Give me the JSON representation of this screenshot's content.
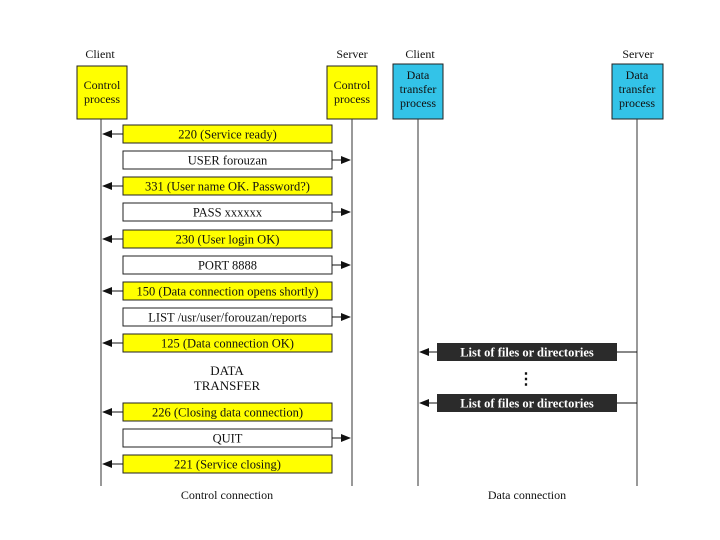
{
  "headers": {
    "control_client": "Client",
    "control_server": "Server",
    "data_client": "Client",
    "data_server": "Server"
  },
  "process_boxes": {
    "control_client": [
      "Control",
      "process"
    ],
    "control_server": [
      "Control",
      "process"
    ],
    "data_client": [
      "Data",
      "transfer",
      "process"
    ],
    "data_server": [
      "Data",
      "transfer",
      "process"
    ]
  },
  "messages": [
    {
      "text": "220 (Service ready)",
      "direction": "server-to-client",
      "highlight": true
    },
    {
      "text": "USER forouzan",
      "direction": "client-to-server",
      "highlight": false
    },
    {
      "text": "331 (User name OK. Password?)",
      "direction": "server-to-client",
      "highlight": true
    },
    {
      "text": "PASS xxxxxx",
      "direction": "client-to-server",
      "highlight": false
    },
    {
      "text": "230 (User login OK)",
      "direction": "server-to-client",
      "highlight": true
    },
    {
      "text": "PORT 8888",
      "direction": "client-to-server",
      "highlight": false
    },
    {
      "text": "150 (Data connection opens shortly)",
      "direction": "server-to-client",
      "highlight": true
    },
    {
      "text": "LIST /usr/user/forouzan/reports",
      "direction": "client-to-server",
      "highlight": false
    },
    {
      "text": "125 (Data connection OK)",
      "direction": "server-to-client",
      "highlight": true
    },
    {
      "text": "226 (Closing data connection)",
      "direction": "server-to-client",
      "highlight": true
    },
    {
      "text": "QUIT",
      "direction": "client-to-server",
      "highlight": false
    },
    {
      "text": "221 (Service closing)",
      "direction": "server-to-client",
      "highlight": true
    }
  ],
  "data_transfer_label": [
    "DATA",
    "TRANSFER"
  ],
  "data_messages": [
    {
      "text": "List of files or directories",
      "direction": "server-to-client"
    },
    {
      "text": "List of files or directories",
      "direction": "server-to-client"
    }
  ],
  "ellipsis": "⋮",
  "footers": {
    "control": "Control connection",
    "data": "Data connection"
  },
  "colors": {
    "control_box": "#ffff00",
    "data_box": "#33c3e8",
    "dark_message": "#2b2b2b",
    "line": "#333333"
  }
}
